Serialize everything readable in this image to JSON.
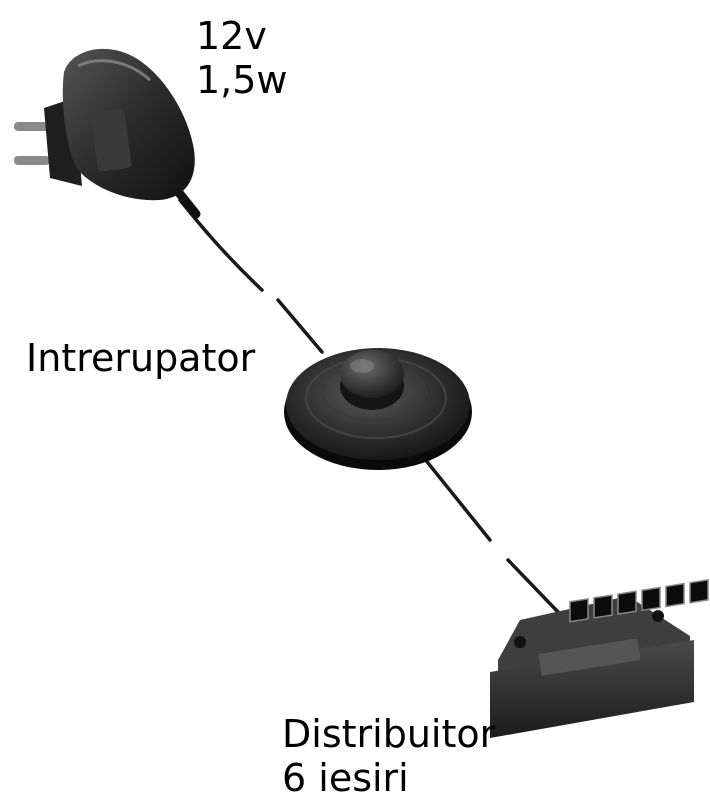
{
  "labels": {
    "adapter_voltage": "12v",
    "adapter_power": "1,5w",
    "switch": "Intrerupator",
    "distributor_line1": "Distribuitor",
    "distributor_line2": "6 iesiri"
  },
  "colors": {
    "background": "#ffffff",
    "text": "#000000",
    "device_dark": "#2a2a2a",
    "cable": "#1a1a1a"
  },
  "icons": {
    "adapter": "power-adapter-icon",
    "switch": "foot-switch-icon",
    "distributor": "distributor-block-icon"
  },
  "distributor_outputs": 6
}
